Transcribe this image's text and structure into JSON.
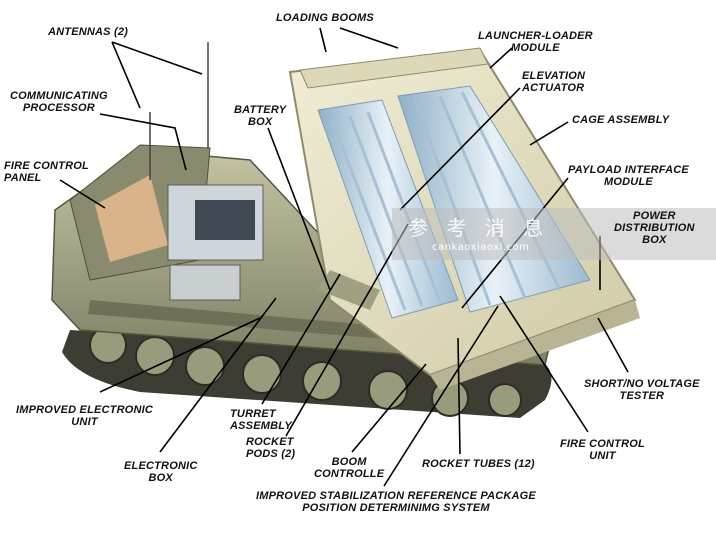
{
  "labels": {
    "antennas": "ANTENNAS (2)",
    "loading_booms": "LOADING BOOMS",
    "launcher_loader_module": "LAUNCHER-LOADER\nMODULE",
    "communicating_processor": "COMMUNICATING\nPROCESSOR",
    "elevation_actuator": "ELEVATION\nACTUATOR",
    "battery_box": "BATTERY\nBOX",
    "cage_assembly": "CAGE ASSEMBLY",
    "fire_control_panel": "FIRE CONTROL\nPANEL",
    "payload_interface_module": "PAYLOAD INTERFACE\nMODULE",
    "power_distribution_box": "POWER\nDISTRIBUTION\nBOX",
    "short_no_voltage_tester": "SHORT/NO VOLTAGE\nTESTER",
    "improved_electronic_unit": "IMPROVED ELECTRONIC\nUNIT",
    "turret_assembly": "TURRET\nASSEMBLY",
    "rocket_pods": "ROCKET\nPODS (2)",
    "fire_control_unit": "FIRE CONTROL\nUNIT",
    "electronic_box": "ELECTRONIC\nBOX",
    "boom_controller": "BOOM\nCONTROLLE",
    "rocket_tubes": "ROCKET TUBES (12)",
    "stabilization_package": "IMPROVED STABILIZATION REFERENCE PACKAGE\nPOSITION DETERMINIMG SYSTEM"
  },
  "watermark": {
    "cn": "参 考 消 息",
    "url": "cankaoxiaoxi.com"
  },
  "colors": {
    "hull": "#a8a98a",
    "hull_dark": "#6f7058",
    "launcher": "#e6e3c4",
    "tubes": "#bcd3e4",
    "track": "#3d3d34",
    "leader": "#000000"
  }
}
